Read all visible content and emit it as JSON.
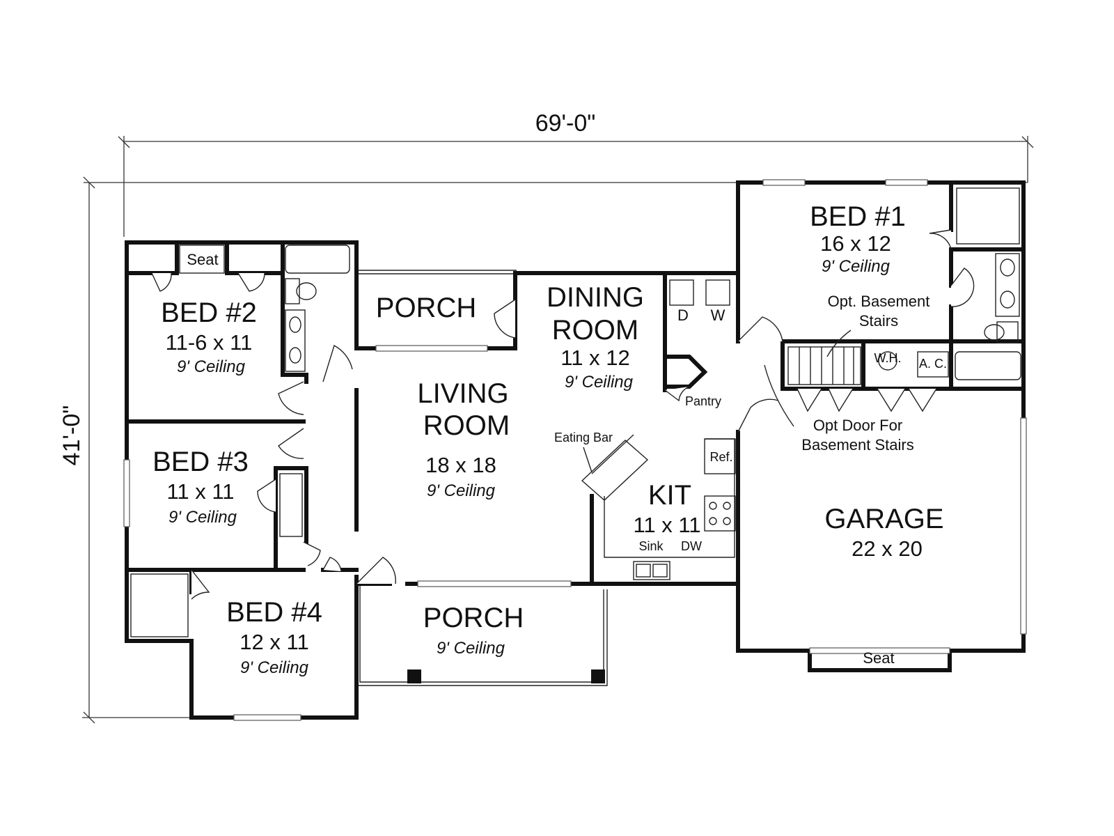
{
  "dimensions": {
    "width": "69'-0\"",
    "depth": "41'-0\""
  },
  "rooms": {
    "bed1": {
      "name": "BED #1",
      "size": "16 x 12",
      "ceiling": "9' Ceiling"
    },
    "bed2": {
      "name": "BED #2",
      "size": "11-6 x 11",
      "ceiling": "9' Ceiling"
    },
    "bed3": {
      "name": "BED #3",
      "size": "11 x 11",
      "ceiling": "9' Ceiling"
    },
    "bed4": {
      "name": "BED #4",
      "size": "12 x 11",
      "ceiling": "9' Ceiling"
    },
    "porch_top": {
      "name": "PORCH"
    },
    "dining": {
      "name_line1": "DINING",
      "name_line2": "ROOM",
      "size": "11 x 12",
      "ceiling": "9' Ceiling"
    },
    "living": {
      "name_line1": "LIVING",
      "name_line2": "ROOM",
      "size": "18 x 18",
      "ceiling": "9' Ceiling"
    },
    "kitchen": {
      "name": "KIT",
      "size": "11 x 11"
    },
    "garage": {
      "name": "GARAGE",
      "size": "22 x 20"
    },
    "porch_front": {
      "name": "PORCH",
      "ceiling": "9' Ceiling"
    }
  },
  "fixtures": {
    "seat_bed2": "Seat",
    "seat_garage": "Seat",
    "dryer": "D",
    "washer": "W",
    "pantry": "Pantry",
    "eating_bar": "Eating Bar",
    "refrigerator": "Ref.",
    "sink": "Sink",
    "dishwasher": "DW",
    "water_heater": "W.H.",
    "air_conditioner": "A. C."
  },
  "notes": {
    "basement_stairs_line1": "Opt. Basement",
    "basement_stairs_line2": "Stairs",
    "basement_door_line1": "Opt Door For",
    "basement_door_line2": "Basement Stairs"
  }
}
